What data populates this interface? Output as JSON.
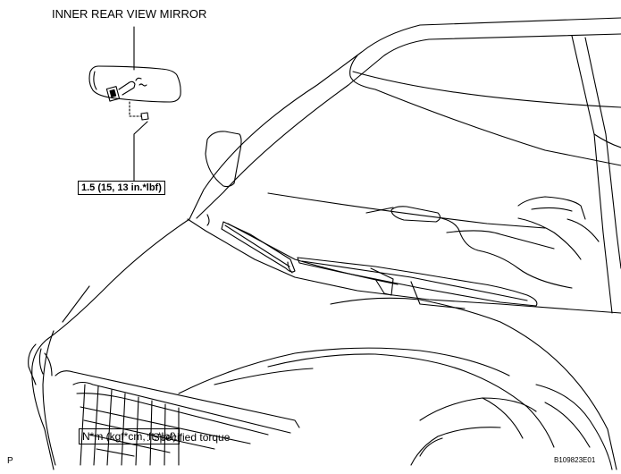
{
  "diagram": {
    "title": "INNER REAR VIEW MIRROR",
    "torque_spec": "1.5 (15, 13 in.*lbf)",
    "legend": {
      "unit_label": "N*m (kgf*cm, ft.*lbf)",
      "description": ": Specified torque"
    },
    "corner_mark": "P",
    "figure_id": "B109823E01"
  }
}
